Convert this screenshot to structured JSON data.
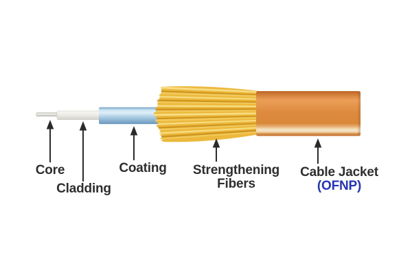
{
  "parts": {
    "core": {
      "label": "Core"
    },
    "cladding": {
      "label": "Cladding"
    },
    "coating": {
      "label": "Coating"
    },
    "strengthening_fibers": {
      "label_line1": "Strengthening",
      "label_line2": "Fibers"
    },
    "cable_jacket": {
      "label": "Cable Jacket",
      "sublabel": "(OFNP)"
    }
  },
  "colors": {
    "background": "#ffffff",
    "label_text": "#2e2e2e",
    "accent_blue": "#2333c4",
    "arrow": "#2a2a2a",
    "core_dark": "#c6c6bf",
    "core_light": "#f2f2ee",
    "core_dark2": "#b9b9b1",
    "cladding_light": "#f8f8f4",
    "cladding_mid": "#ecebe4",
    "cladding_dark": "#d3d2c9",
    "coating_top": "#7aa6c8",
    "coating_light": "#cfe7f5",
    "coating_lighter": "#ddeef8",
    "coating_mid": "#a5c8e0",
    "coating_bottom": "#6b97bd",
    "fiber_base": "#ecb93c",
    "fiber_light": "#f7dd85",
    "fiber_mid": "#f2c95a",
    "fiber_dark": "#cf951f",
    "jacket_top": "#b96424",
    "jacket_edge": "#cd7834",
    "jacket_upper": "#ec9f58",
    "jacket_body": "#de8b3f",
    "jacket_body2": "#d98739",
    "jacket_pre": "#e8b075",
    "jacket_highlight": "#f4e0bd",
    "jacket_lower": "#d9954d",
    "jacket_bottom": "#bf6a28"
  }
}
